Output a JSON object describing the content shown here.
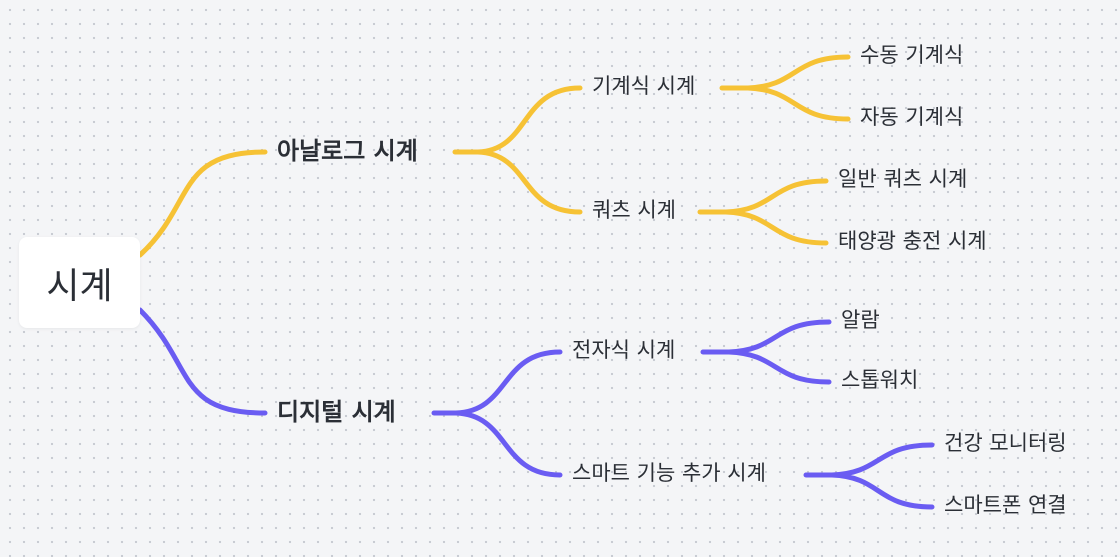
{
  "colors": {
    "analog_branch": "#f6c235",
    "digital_branch": "#6a5cf2",
    "background": "#f4f5f7",
    "text": "#2b2f36"
  },
  "root": {
    "label": "시계"
  },
  "branches": [
    {
      "label": "아날로그 시계",
      "color": "#f6c235",
      "children": [
        {
          "label": "기계식 시계",
          "children": [
            "수동 기계식",
            "자동 기계식"
          ]
        },
        {
          "label": "쿼츠 시계",
          "children": [
            "일반 쿼츠 시계",
            "태양광 충전 시계"
          ]
        }
      ]
    },
    {
      "label": "디지털 시계",
      "color": "#6a5cf2",
      "children": [
        {
          "label": "전자식 시계",
          "children": [
            "알람",
            "스톱워치"
          ]
        },
        {
          "label": "스마트 기능 추가 시계",
          "children": [
            "건강 모니터링",
            "스마트폰 연결"
          ]
        }
      ]
    }
  ]
}
